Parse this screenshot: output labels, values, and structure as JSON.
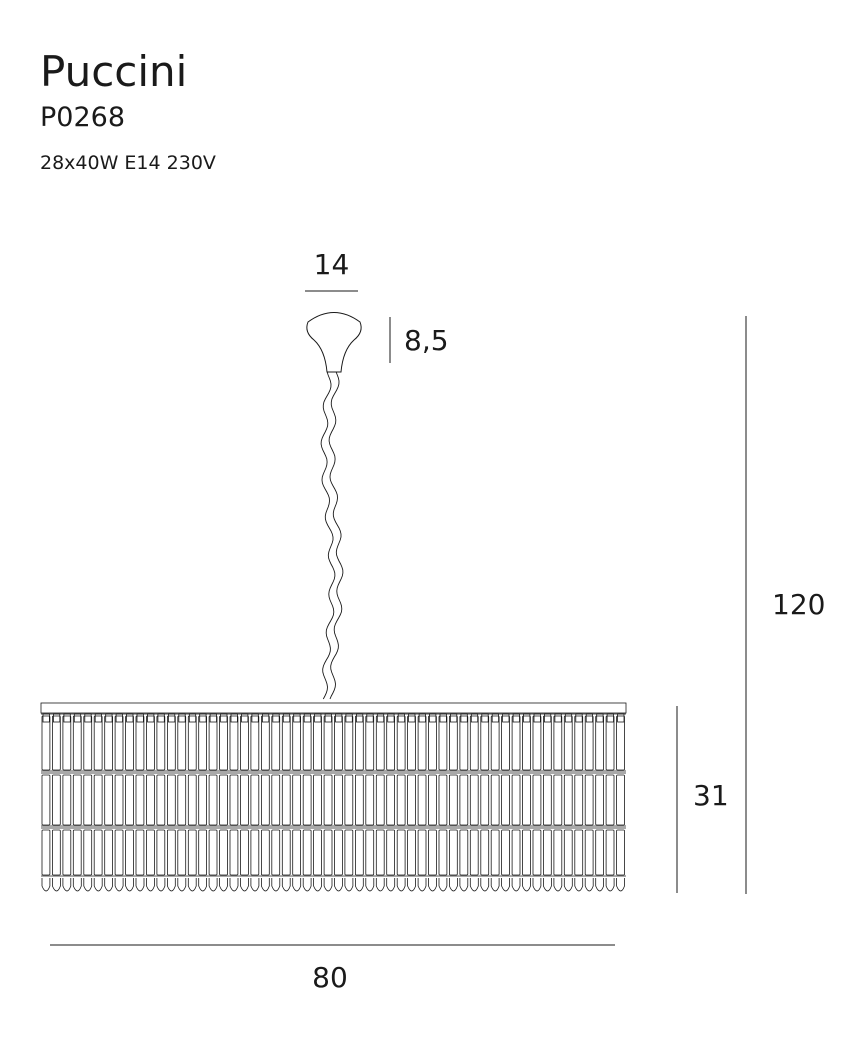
{
  "product": {
    "name": "Puccini",
    "code": "P0268",
    "spec": "28x40W E14 230V"
  },
  "dimensions": {
    "canopy_diameter": "14",
    "canopy_height": "8,5",
    "total_height": "120",
    "shade_height": "31",
    "shade_diameter": "80"
  },
  "colors": {
    "line": "#1a1a1a",
    "text": "#1a1a1a"
  }
}
